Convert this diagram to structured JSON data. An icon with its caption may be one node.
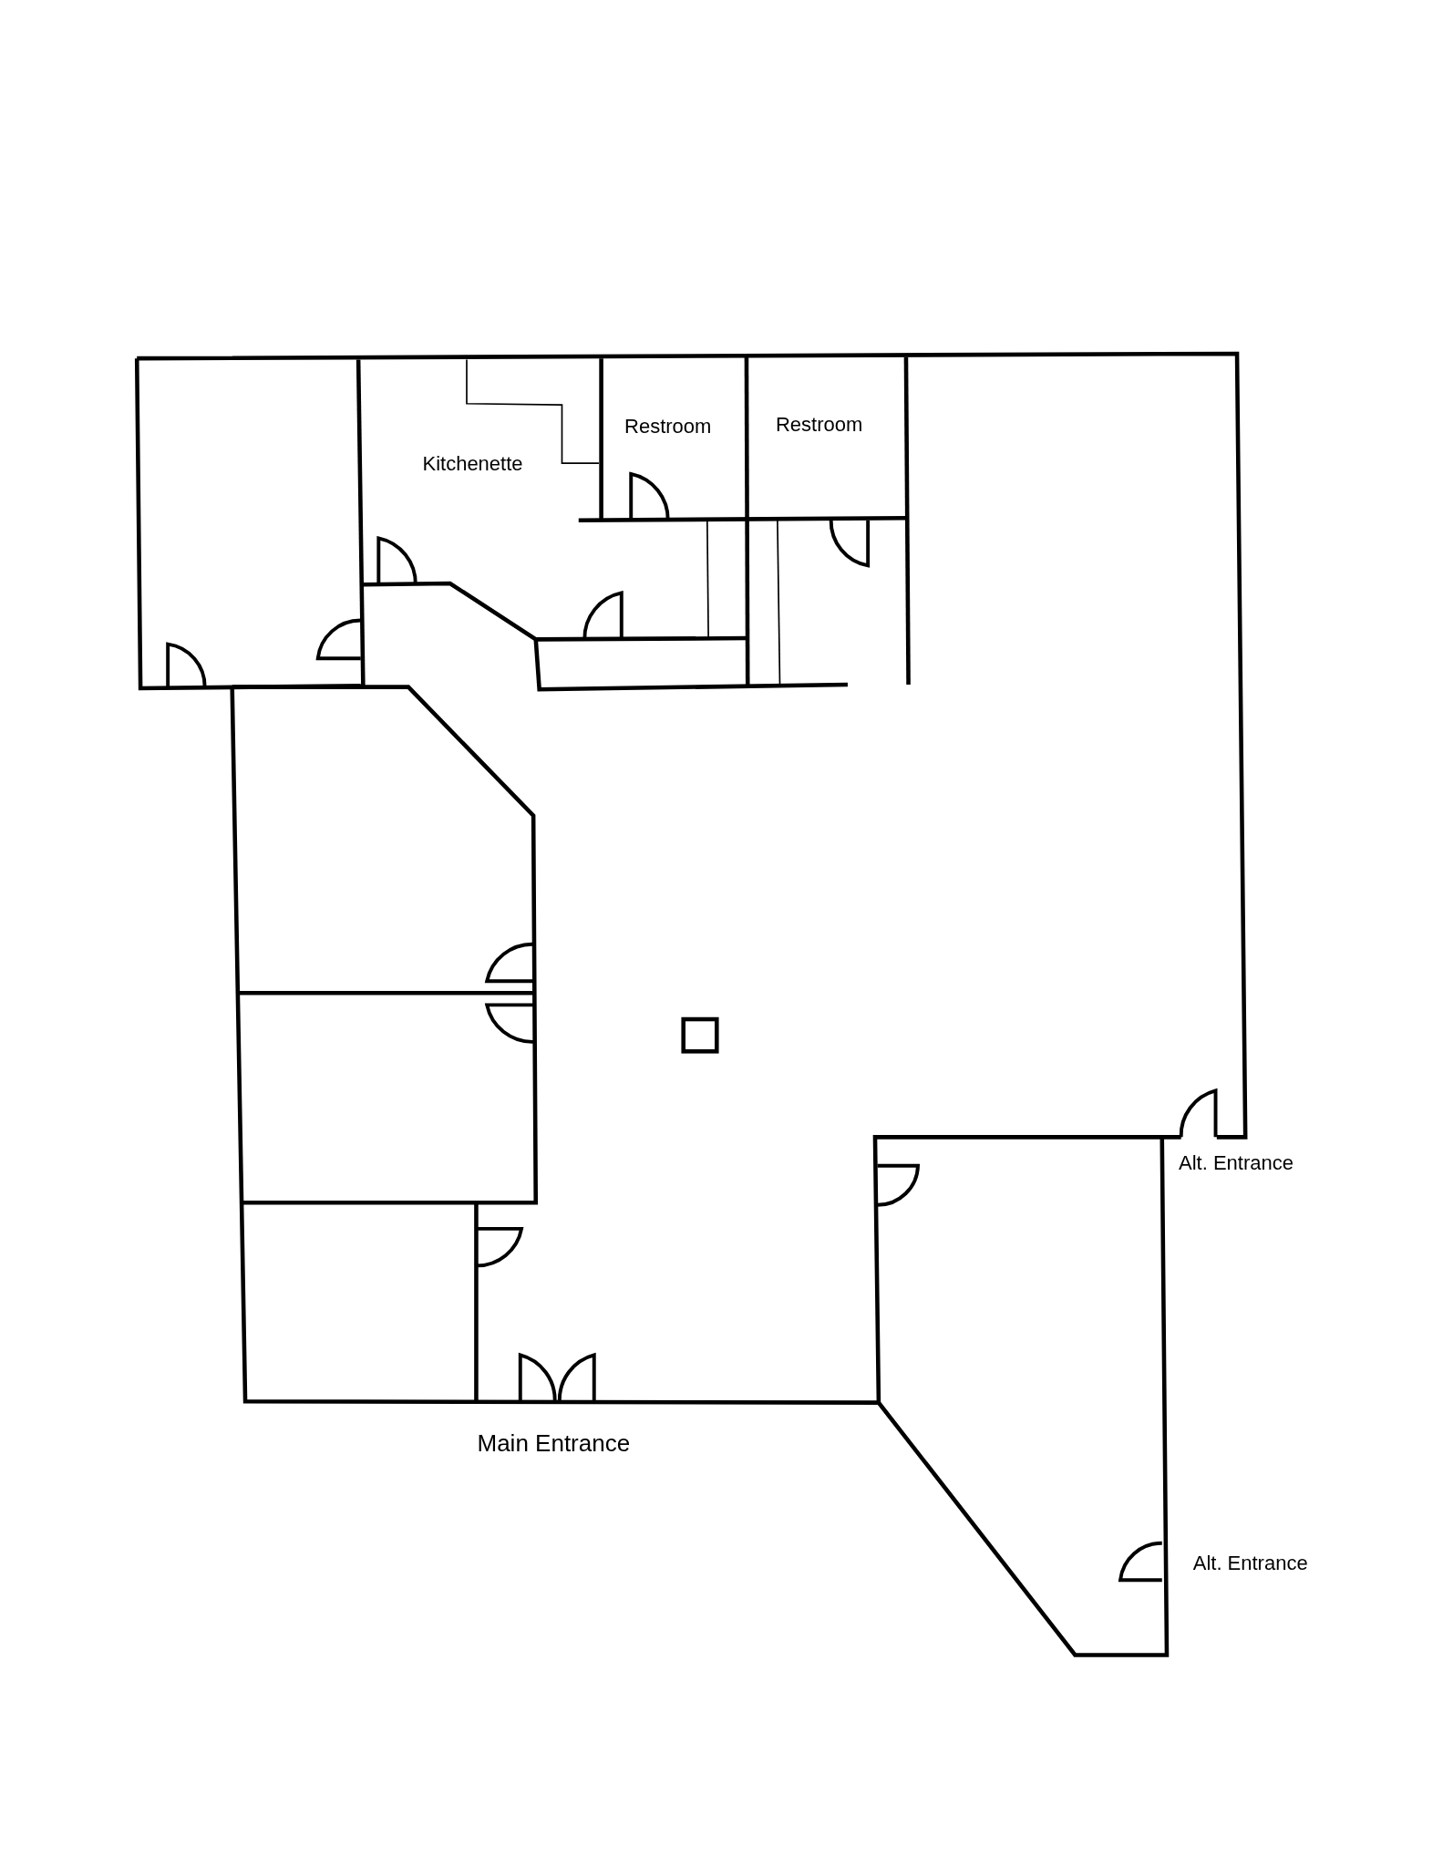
{
  "diagram": {
    "labels": [
      "Kitchenette",
      "Restroom",
      "Restroom",
      "Alt. Entrance",
      "Main Entrance",
      "Alt. Entrance"
    ]
  }
}
